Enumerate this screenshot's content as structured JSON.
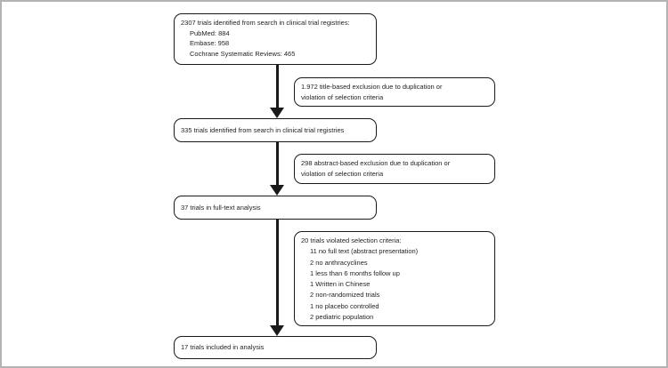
{
  "flowchart": {
    "main_boxes": {
      "identified": {
        "title": "2307 trials identified from search in clinical trial registries:",
        "items": [
          "PubMed: 884",
          "Embase: 958",
          "Cochrane Systematic Reviews: 465"
        ]
      },
      "screened": {
        "text": "335 trials identified from search in clinical trial registries"
      },
      "fulltext": {
        "text": "37 trials in full-text analysis"
      },
      "included": {
        "text": "17 trials included in analysis"
      }
    },
    "exclusion_boxes": {
      "title_based": {
        "lines": [
          "1.972 title-based exclusion due to duplication or",
          "violation of selection criteria"
        ]
      },
      "abstract_based": {
        "lines": [
          "298 abstract-based exclusion due to duplication or",
          "violation of selection criteria"
        ]
      },
      "violated": {
        "title": "20 trials violated selection criteria:",
        "items": [
          "11 no full text (abstract presentation)",
          "2 no anthracyclines",
          "1 less than 6 months follow up",
          "1 Written in Chinese",
          "2 non-randomized trials",
          "1 no placebo controlled",
          "2 pediatric population"
        ]
      }
    },
    "colors": {
      "box_border": "#1a1a1a",
      "text": "#1f1f1f",
      "frame_border": "#b3b3b3",
      "background": "#ffffff"
    }
  }
}
